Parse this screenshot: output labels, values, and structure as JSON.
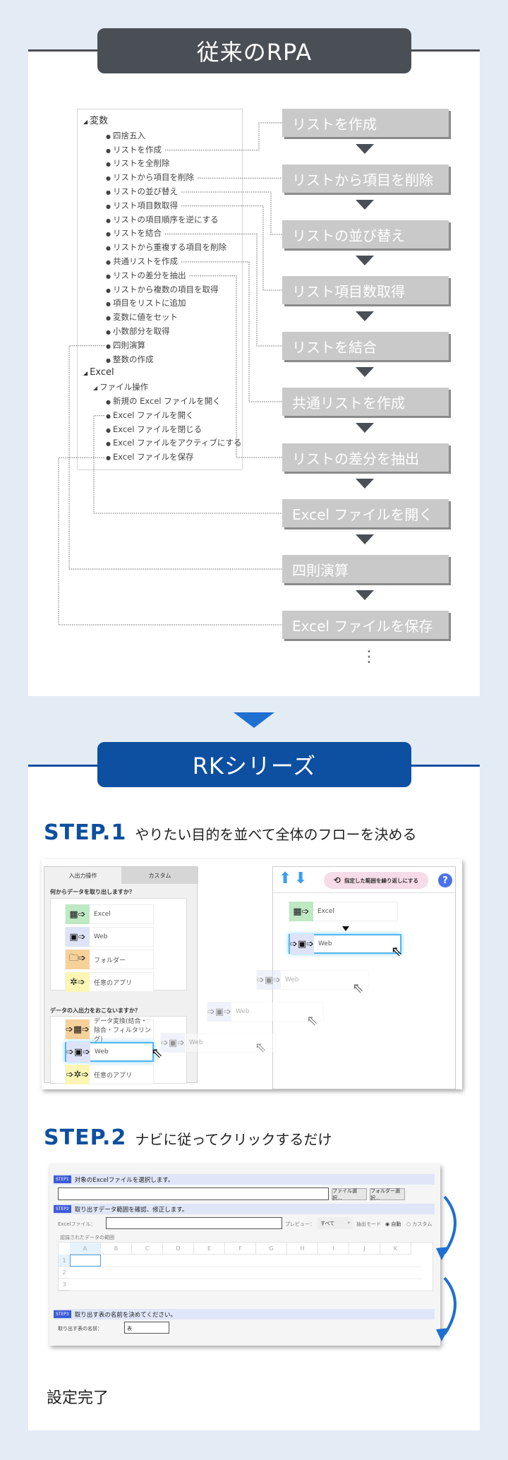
{
  "top": {
    "title": "従来のRPA",
    "tree": {
      "groups": [
        {
          "label": "変数",
          "items": [
            "四捨五入",
            "リストを作成",
            "リストを全削除",
            "リストから項目を削除",
            "リストの並び替え",
            "リスト項目数取得",
            "リストの項目順序を逆にする",
            "リストを結合",
            "リストから重複する項目を削除",
            "共通リストを作成",
            "リストの差分を抽出",
            "リストから複数の項目を取得",
            "項目をリストに追加",
            "変数に値をセット",
            "小数部分を取得",
            "四則演算",
            "整数の作成"
          ]
        }
      ],
      "excel_label": "Excel",
      "sub_label": "ファイル操作",
      "excel_items": [
        "新規の Excel ファイルを開く",
        "Excel ファイルを開く",
        "Excel ファイルを閉じる",
        "Excel ファイルをアクティブにする",
        "Excel ファイルを保存"
      ]
    },
    "flow": [
      "リストを作成",
      "リストから項目を削除",
      "リストの並び替え",
      "リスト項目数取得",
      "リストを結合",
      "共通リストを作成",
      "リストの差分を抽出",
      "Excel ファイルを開く",
      "四則演算",
      "Excel ファイルを保存"
    ],
    "ellipsis": "⋮"
  },
  "bottom": {
    "title": "RKシリーズ",
    "step1": {
      "num": "STEP.1",
      "text": "やりたい目的を並べて全体のフローを決める",
      "tabs": [
        "入出力操作",
        "カスタム"
      ],
      "q1": "何からデータを取り出しますか？",
      "sources": [
        "Excel",
        "Web",
        "フォルダー",
        "任意のアプリ"
      ],
      "q2": "データの入出力をおこないますか？",
      "io": [
        "データ変換(結合・除合・フィルタリング)",
        "Web",
        "任意のアプリ"
      ],
      "repeat_button": "指定した範囲を繰り返しにする",
      "help": "?",
      "flow_items": [
        "Excel",
        "Web"
      ],
      "ghost": "Web"
    },
    "step2": {
      "num": "STEP.2",
      "text": "ナビに従ってクリックするだけ",
      "badges": [
        "STEP1",
        "STEP2",
        "STEP3"
      ],
      "h1": "対象のExcelファイルを選択します。",
      "file_btn": "ファイル選択...",
      "folder_btn": "フォルダー選択...",
      "h2": "取り出すデータ範囲を確認、修正します。",
      "excel_label": "Excelファイル：",
      "preview_label": "プレビュー：",
      "preview_value": "すべて",
      "mode_label": "抽出モード",
      "mode_auto": "自動",
      "mode_custom": "カスタム",
      "range_label": "認識されたデータの範囲",
      "cols": [
        "A",
        "B",
        "C",
        "D",
        "E",
        "F",
        "G",
        "H",
        "I",
        "J",
        "K"
      ],
      "rows": [
        "1",
        "2",
        "3"
      ],
      "h3": "取り出す表の名前を決めてください。",
      "name_label": "取り出す表の名前：",
      "name_value": "表"
    },
    "done": "設定完了"
  },
  "colors": {
    "bg": "#e3ebf5",
    "gray_pill": "#4a4f55",
    "blue_pill": "#0d4fa0",
    "flow_box": "#c9c9c9",
    "arrow": "#1f6fd0"
  }
}
